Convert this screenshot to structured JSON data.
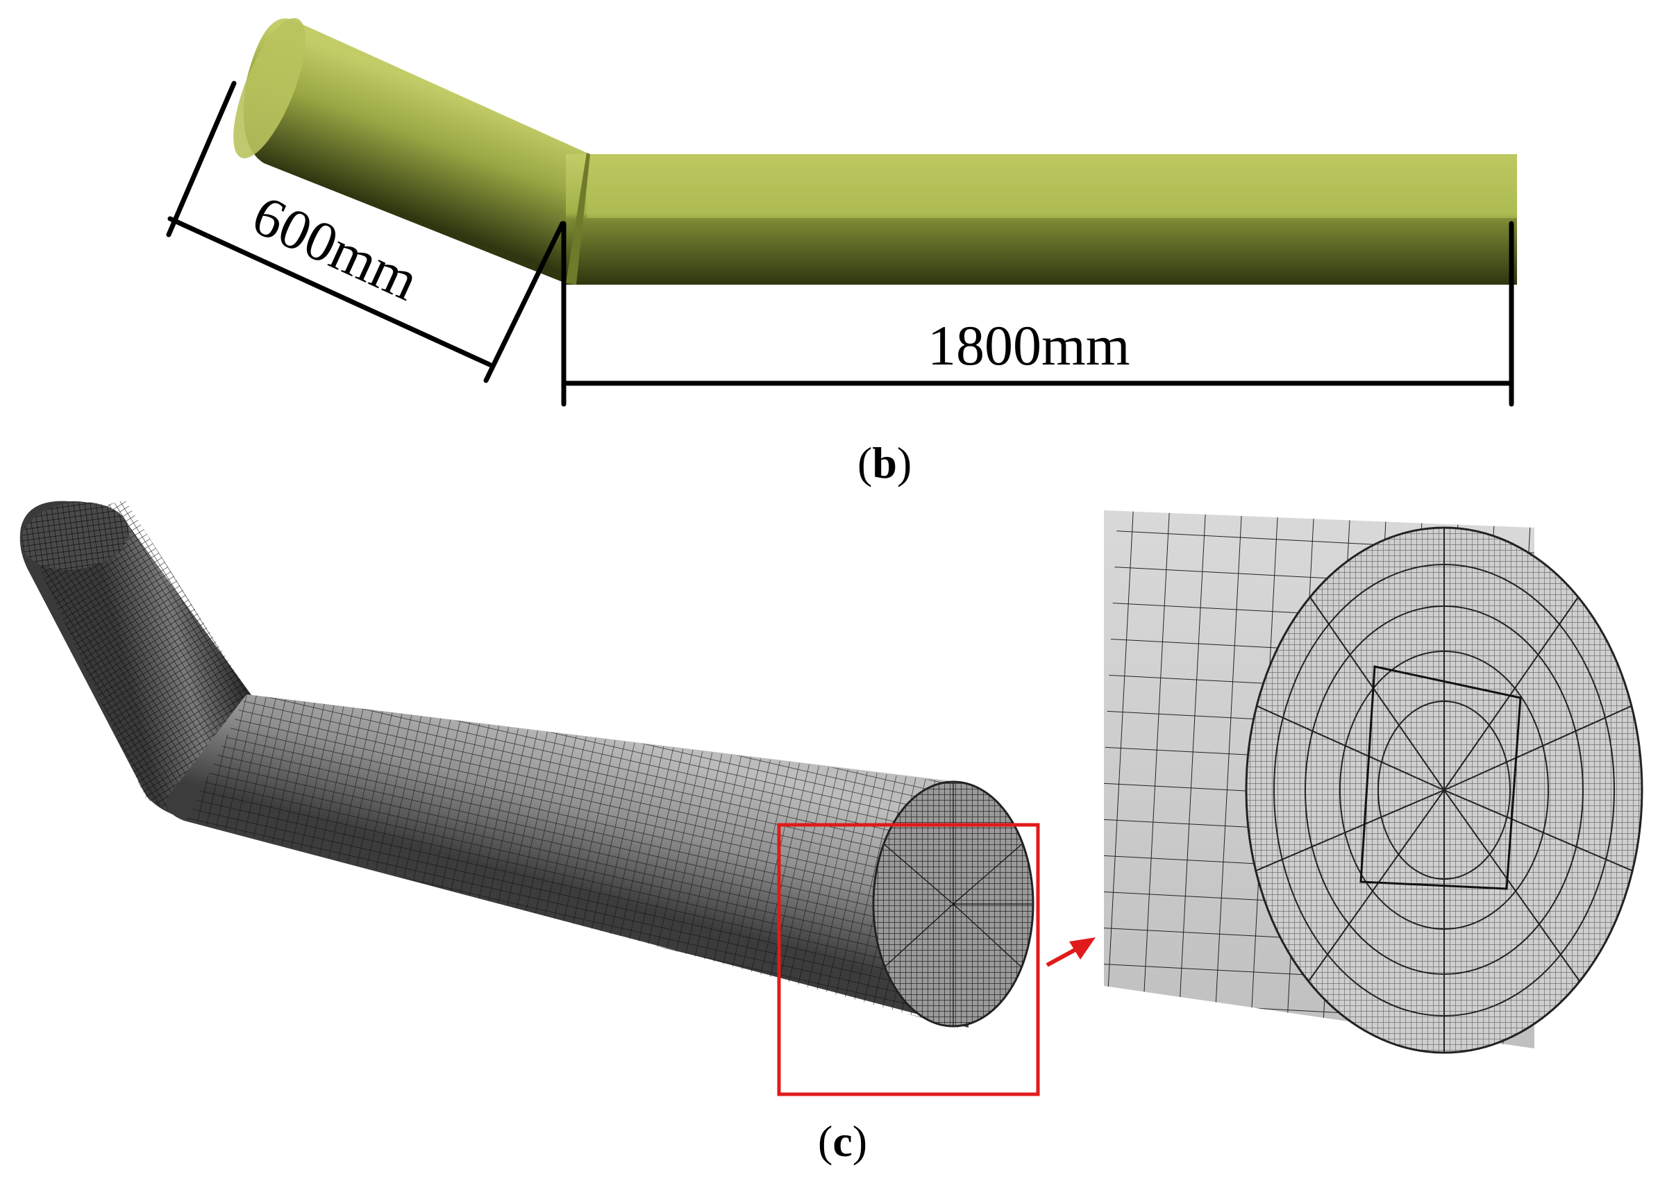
{
  "panel_b": {
    "label_open": "(",
    "label_letter": "b",
    "label_close": ")",
    "dim_short": "600mm",
    "dim_long": "1800mm"
  },
  "panel_c": {
    "label_open": "(",
    "label_letter": "c",
    "label_close": ")"
  },
  "colors": {
    "pipe_light": "#b8c45a",
    "pipe_dark": "#3a4216",
    "mesh_fill": "#c8c8c8",
    "mesh_line": "#1a1a1a",
    "highlight_box": "#e01b1b"
  }
}
